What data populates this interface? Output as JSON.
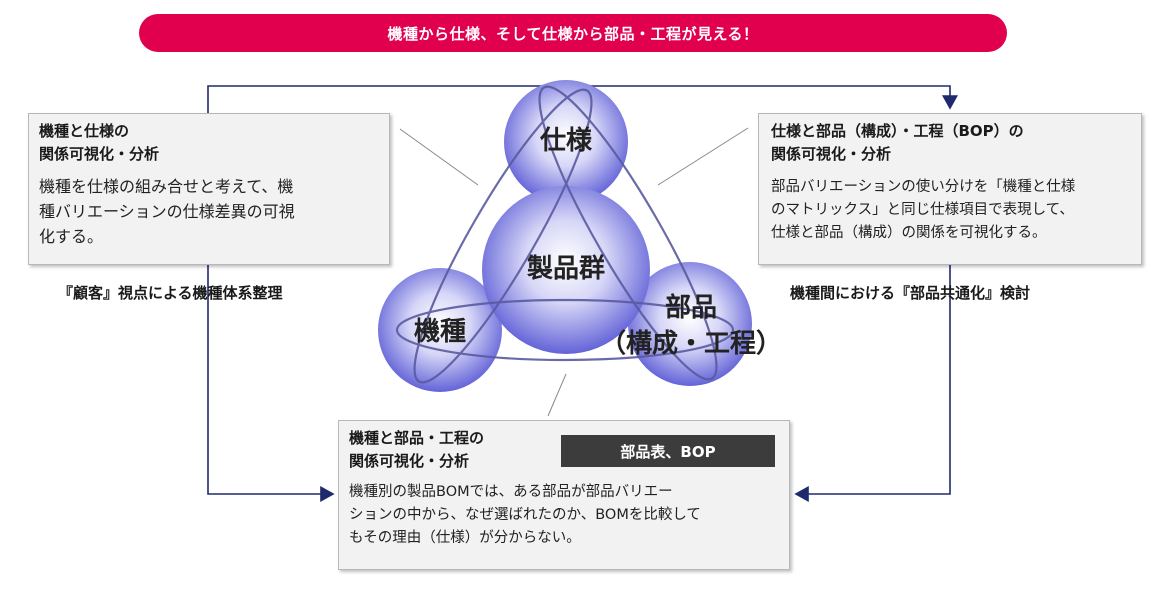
{
  "banner": "機種から仕様、そして仕様から部品・工程が見える！",
  "nodes": {
    "spec": "仕様",
    "product_group": "製品群",
    "model": "機種",
    "parts": "部品\n（構成・工程）"
  },
  "box_left": {
    "title": "機種と仕様の\n関係可視化・分析",
    "body": "機種を仕様の組み合せと考えて、機\n種バリエーションの仕様差異の可視\n化する。"
  },
  "box_right": {
    "title": "仕様と部品（構成）・工程（BOP）の\n関係可視化・分析",
    "body": "部品バリエーションの使い分けを「機種と仕様\nのマトリックス」と同じ仕様項目で表現して、\n仕様と部品（構成）の関係を可視化する。"
  },
  "box_bottom": {
    "title": "機種と部品・工程の\n関係可視化・分析",
    "tag": "部品表、BOP",
    "body": "機種別の製品BOMでは、ある部品が部品バリエー\nションの中から、なぜ選ばれたのか、BOMを比較して\nもその理由（仕様）が分からない。"
  },
  "caption_left": "『顧客』視点による機種体系整理",
  "caption_right": "機種間における『部品共通化』検討",
  "colors": {
    "banner": "#e0004d",
    "connector": "#1f2a6e",
    "sphere_highlight": "#ffffff",
    "sphere_mid": "#c9c9f5",
    "sphere_edge": "#5b5bd6",
    "tag_bg": "#3c3c3c"
  }
}
